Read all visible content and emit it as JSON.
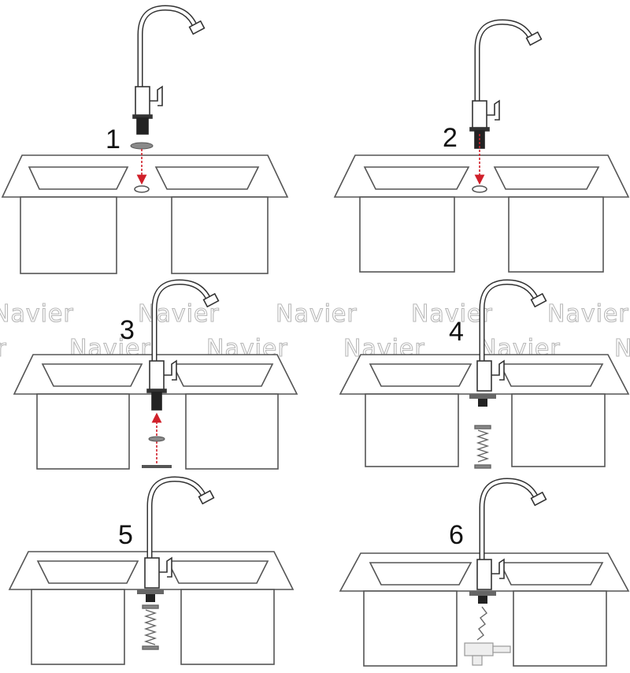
{
  "watermark": "Navier",
  "steps": [
    {
      "number": "1"
    },
    {
      "number": "2"
    },
    {
      "number": "3"
    },
    {
      "number": "4"
    },
    {
      "number": "5"
    },
    {
      "number": "6"
    }
  ],
  "colors": {
    "line": "#555555",
    "arrow": "#d0202a",
    "washer": "#8a8a8a",
    "watermark": "#b9b9b9"
  }
}
